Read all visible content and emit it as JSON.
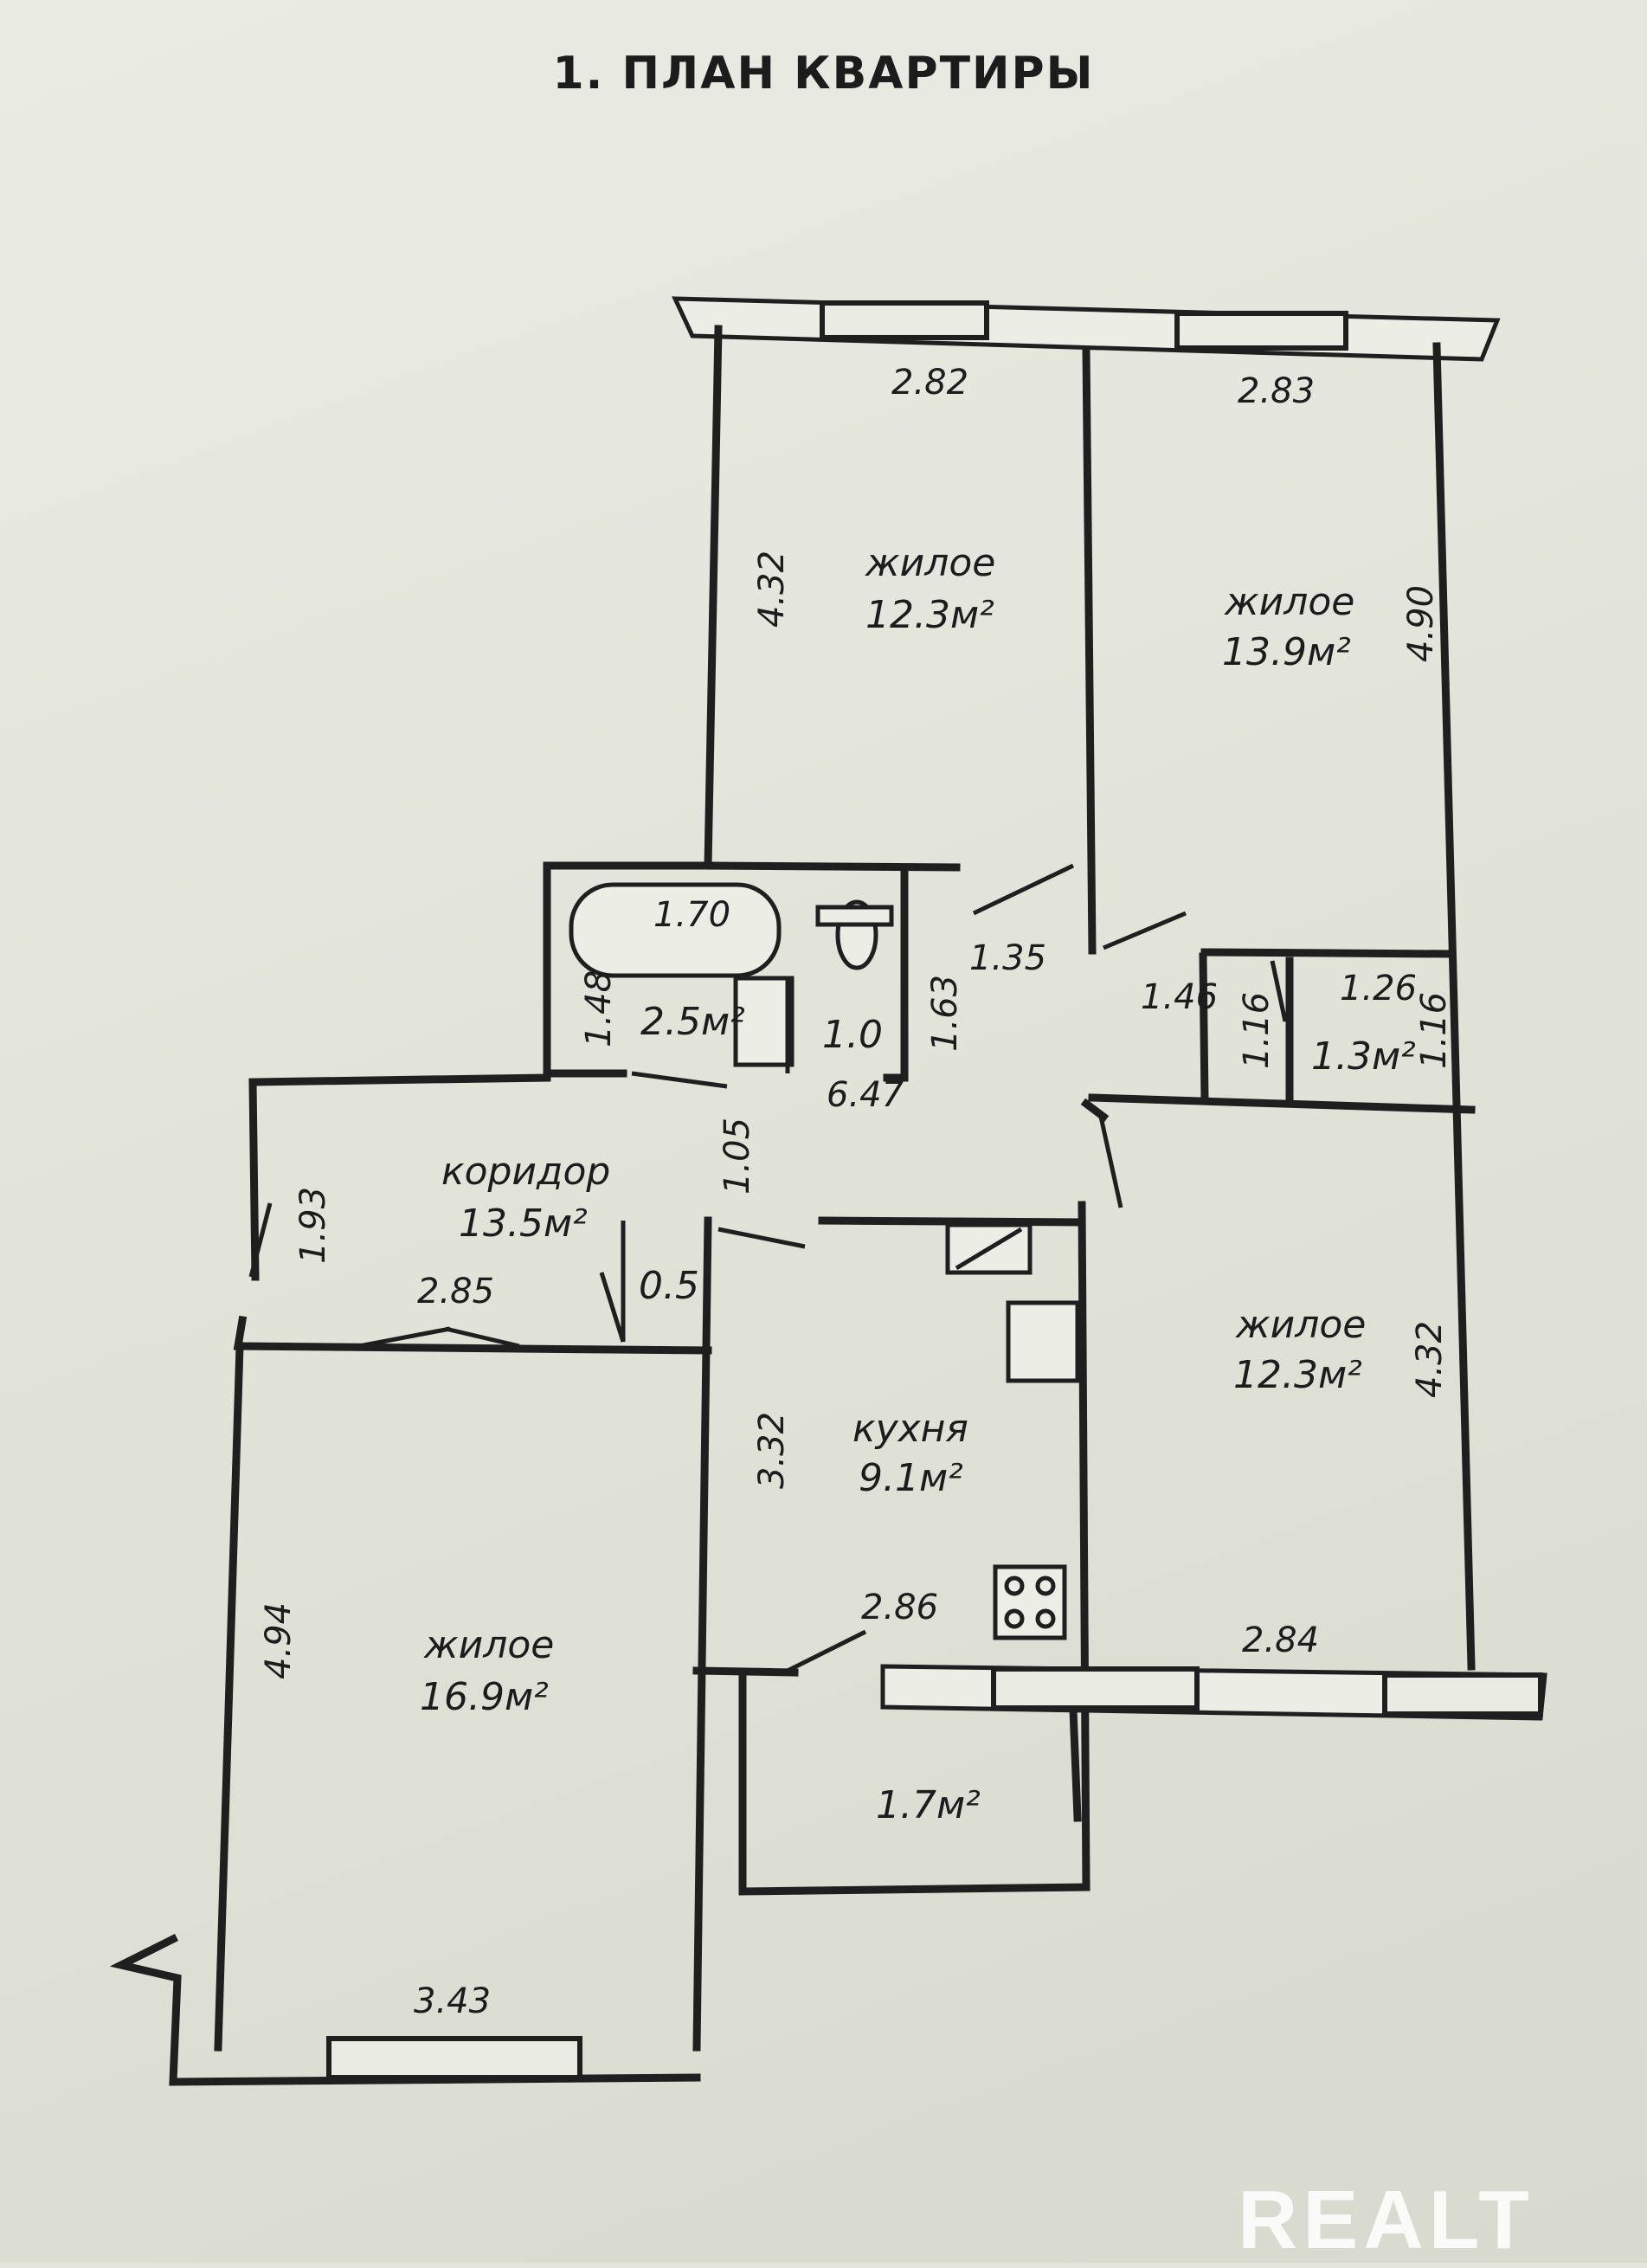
{
  "title": "1. ПЛАН КВАРТИРЫ",
  "rooms": {
    "living_1": {
      "name": "жилое",
      "area": "12.3м²"
    },
    "living_2": {
      "name": "жилое",
      "area": "13.9м²"
    },
    "living_3": {
      "name": "жилое",
      "area": "12.3м²"
    },
    "living_4": {
      "name": "жилое",
      "area": "16.9м²"
    },
    "corridor": {
      "name": "коридор",
      "area": "13.5м²"
    },
    "kitchen": {
      "name": "кухня",
      "area": "9.1м²"
    },
    "bathroom": {
      "area": "2.5м²"
    },
    "toilet": {
      "area": "1.0"
    },
    "storage": {
      "area": "1.3м²"
    },
    "closet": {
      "area": "0.5"
    },
    "balcony": {
      "area": "1.7м²"
    }
  },
  "dimensions": {
    "d_2_82": "2.82",
    "d_2_83": "2.83",
    "d_4_32_a": "4.32",
    "d_4_90": "4.90",
    "d_1_70": "1.70",
    "d_1_48": "1.48",
    "d_1_63": "1.63",
    "d_1_35": "1.35",
    "d_1_46": "1.46",
    "d_1_26": "1.26",
    "d_1_16_a": "1.16",
    "d_1_16_b": "1.16",
    "d_6_47": "6.47",
    "d_1_05": "1.05",
    "d_1_93": "1.93",
    "d_2_85": "2.85",
    "d_4_32_b": "4.32",
    "d_3_32": "3.32",
    "d_2_86": "2.86",
    "d_2_84": "2.84",
    "d_4_94": "4.94",
    "d_3_43": "3.43"
  },
  "watermark": "REALT"
}
